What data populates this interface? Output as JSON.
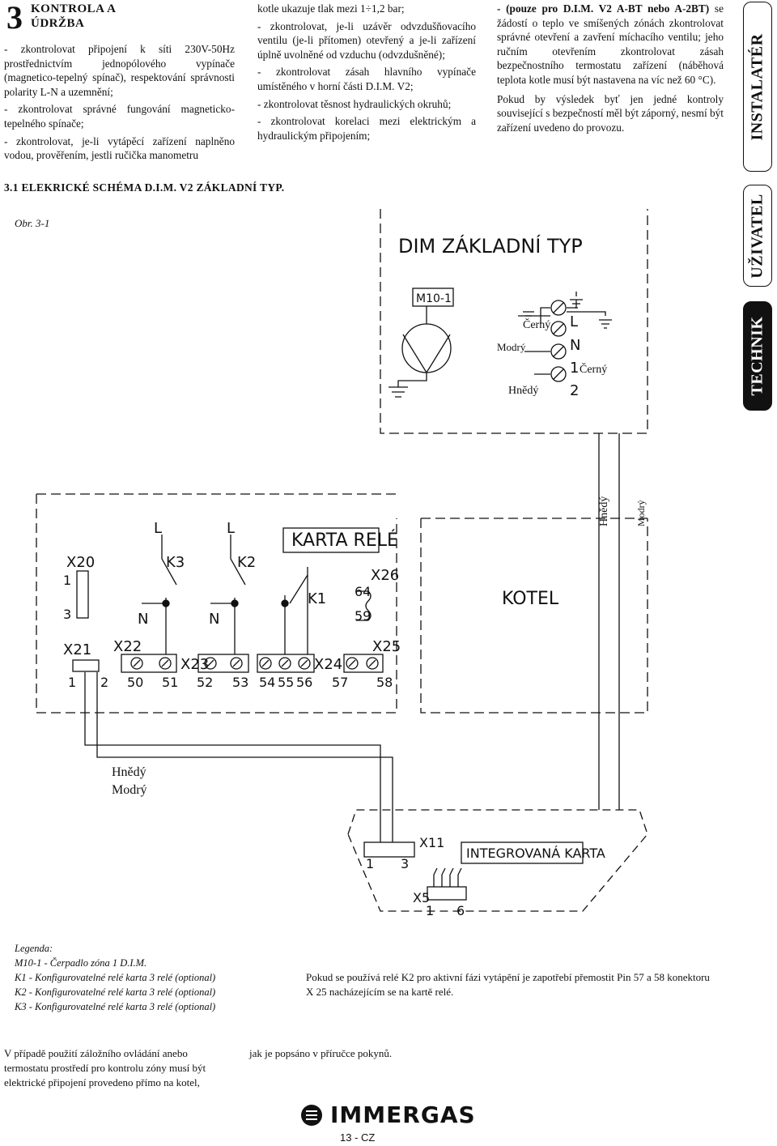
{
  "section": {
    "number": "3",
    "title_line1": "KONTROLA A",
    "title_line2": "ÚDRŽBA"
  },
  "col1": {
    "p1": "- zkontrolovat připojení k síti 230V-50Hz prostřednictvím jednopólového vypínače (magnetico-tepelný spínač), respektování správnosti polarity L-N a uzemnění;",
    "p2": "- zkontrolovat správné fungování magneticko-tepelného spínače;",
    "p3": "- zkontrolovat, je-li vytápěcí zařízení naplněno vodou, prověřením, jestli ručička manometru"
  },
  "col2": {
    "p1": "kotle ukazuje tlak mezi 1÷1,2 bar;",
    "p2": "- zkontrolovat, je-li uzávěr odvzdušňovacího ventilu (je-li přítomen) otevřený a je-li zařízení úplně uvolněné od vzduchu (odvzdušněné);",
    "p3": "- zkontrolovat zásah hlavního vypínače umístěného v horní části D.I.M. V2;",
    "p4": "- zkontrolovat těsnost hydraulických okruhů;",
    "p5": "- zkontrolovat korelaci mezi elektrickým a hydraulickým připojením;"
  },
  "col3": {
    "p1_bold": "- (pouze pro D.I.M. V2 A-BT nebo A-2BT)",
    "p1": "se žádostí o teplo ve smíšených zónách zkontrolovat správné otevření a zavření míchacího ventilu; jeho ručním otevřením zkontrolovat zásah bezpečnostního termostatu zařízení (náběhová teplota kotle musí být nastavena na víc než 60 °C).",
    "p2": "Pokud by výsledek byť jen jedné kontroly související s bezpečností měl být záporný, nesmí být zařízení uvedeno do provozu."
  },
  "subsection": {
    "title": "3.1 ELEKRICKÉ SCHÉMA D.I.M. V2 ZÁKLADNÍ TYP."
  },
  "figure": {
    "label": "Obr. 3-1"
  },
  "tabs": {
    "installer": "INSTALATÉR",
    "user": "UŽIVATEL",
    "technician": "TECHNIK"
  },
  "diagram": {
    "dim_title": "DIM ZÁKLADNÍ TYP",
    "pump_label": "M10-1",
    "wire_black": "Černý",
    "wire_blue": "Modrý",
    "wire_brown": "Hnědý",
    "term_L": "L",
    "term_N": "N",
    "term_1": "1",
    "term_2": "2",
    "relay_title": "KARTA RELÉ",
    "boiler": "KOTEL",
    "integrated_card": "INTEGROVANÁ KARTA",
    "conn_x20": "X20",
    "conn_x21": "X21",
    "conn_x22": "X22",
    "conn_x23": "X23",
    "conn_x24": "X24",
    "conn_x25": "X25",
    "conn_x26": "X26",
    "conn_x11": "X11",
    "conn_x5": "X5",
    "relay_k1": "K1",
    "relay_k2": "K2",
    "relay_k3": "K3",
    "pin_1": "1",
    "pin_2": "2",
    "pin_3": "3",
    "pin_6": "6",
    "pin_50": "50",
    "pin_51": "51",
    "pin_52": "52",
    "pin_53": "53",
    "pin_54": "54",
    "pin_55": "55",
    "pin_56": "56",
    "pin_57": "57",
    "pin_58": "58",
    "pin_59": "59",
    "pin_64": "64"
  },
  "legend": {
    "title": "Legenda:",
    "items": [
      "M10-1  -  Čerpadlo zóna 1 D.I.M.",
      "K1  -  Konfigurovatelné relé karta 3 relé (optional)",
      "K2  -  Konfigurovatelné relé karta 3 relé (optional)",
      "K3  -  Konfigurovatelné relé karta 3 relé (optional)"
    ]
  },
  "relay_note": "Pokud se používá relé K2 pro aktivní fázi vytápění je zapotřebí přemostit Pin 57 a 58 konektoru X 25 nacházejícím se na kartě relé.",
  "bottom": {
    "p1": "V případě použití záložního ovládání anebo termostatu prostředí pro kontrolu zóny musí být elektrické připojení provedeno přímo na kotel,",
    "p2": "jak je popsáno v příručce pokynů."
  },
  "footer": {
    "brand": "IMMERGAS",
    "page": "13 - CZ"
  }
}
